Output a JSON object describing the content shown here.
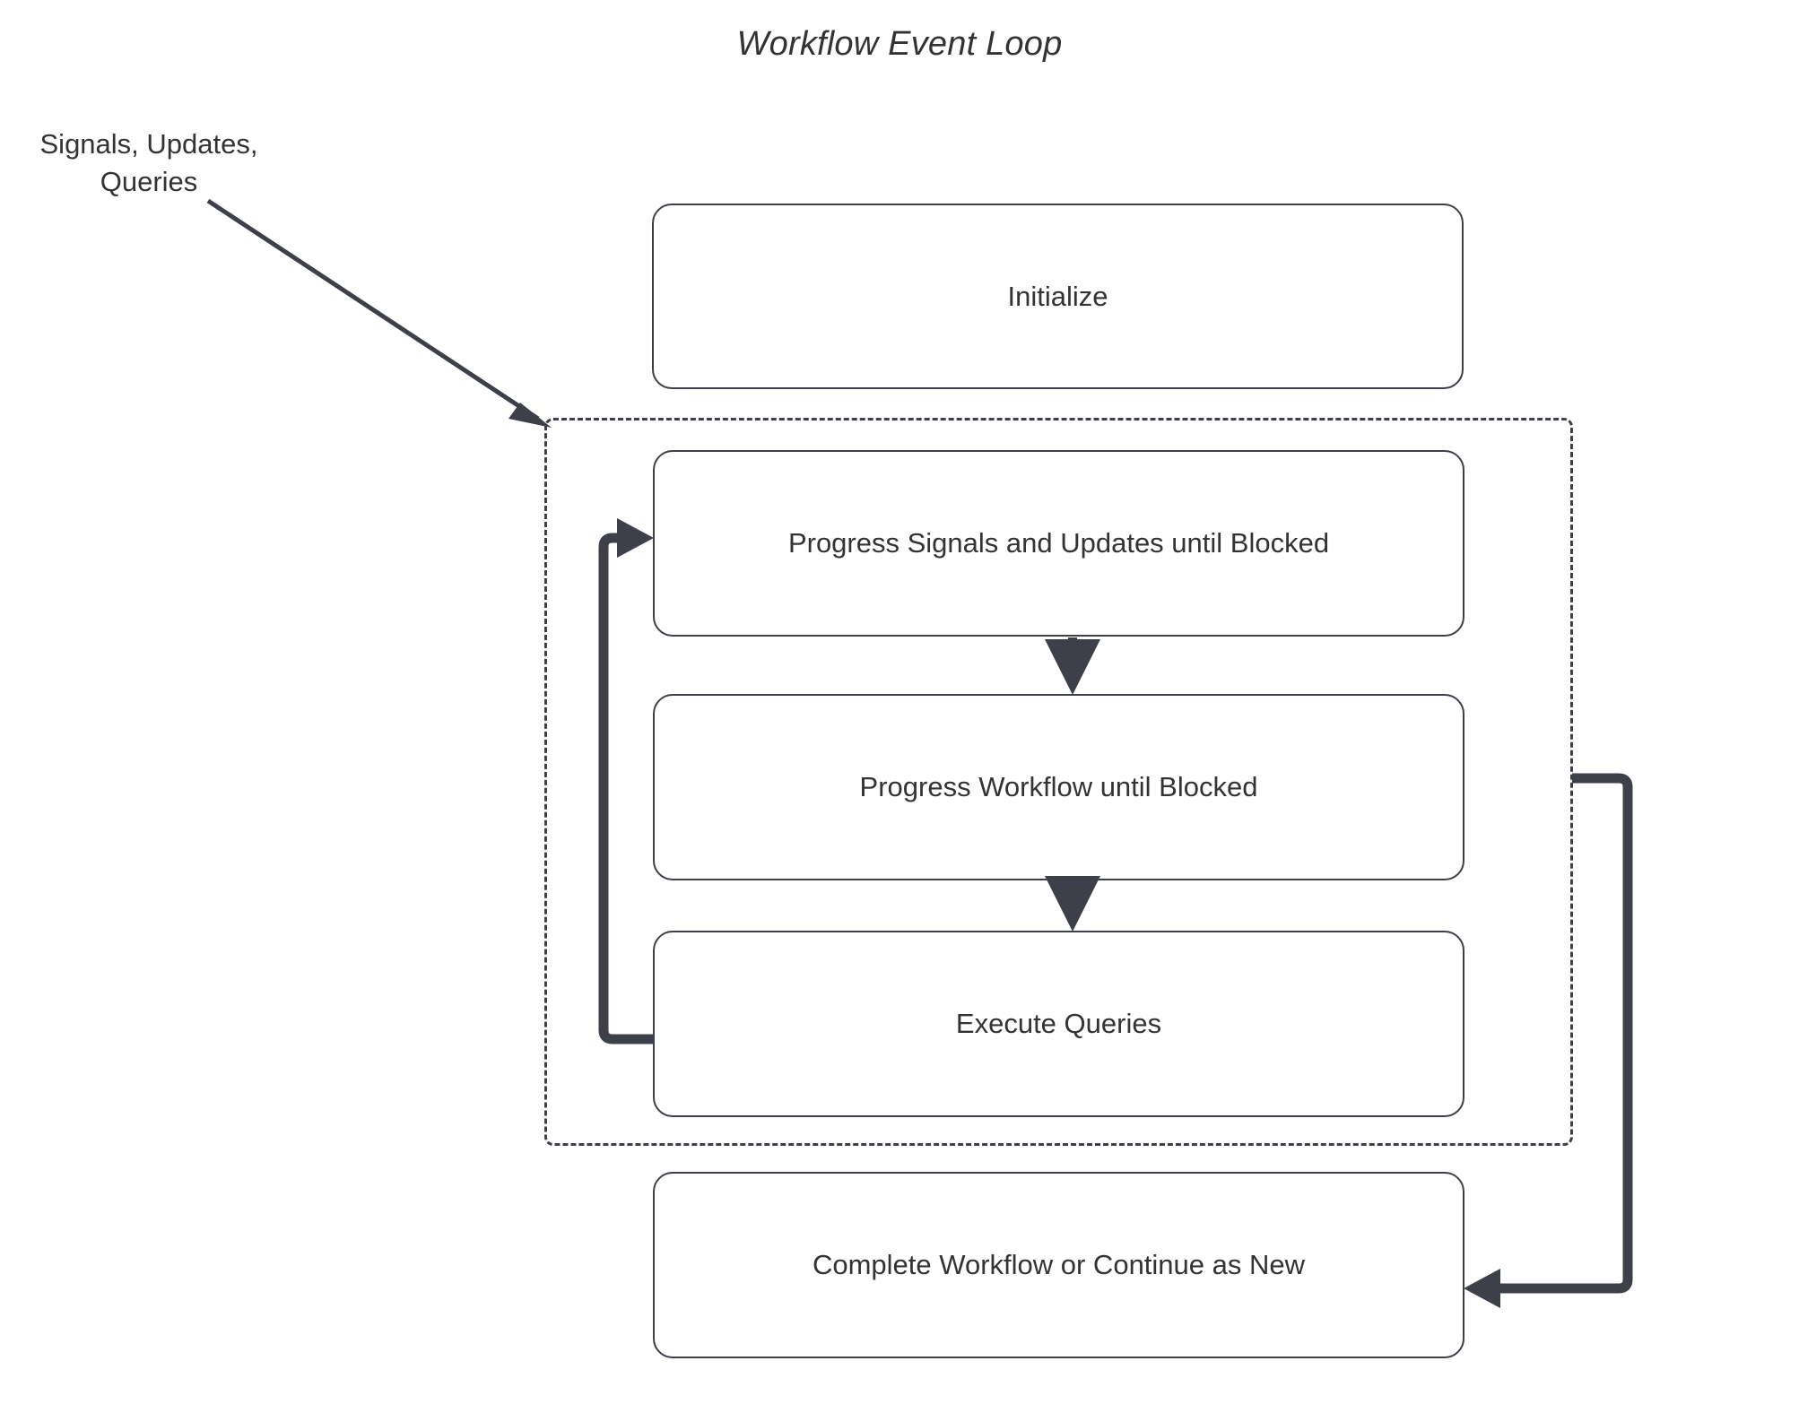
{
  "diagram": {
    "title": "Workflow Event Loop",
    "external_input_label": "Signals, Updates,\nQueries",
    "colors": {
      "stroke": "#3d4048",
      "text": "#333333",
      "background": "#ffffff"
    },
    "nodes": [
      {
        "id": "initialize",
        "label": "Initialize"
      },
      {
        "id": "progress-signals",
        "label": "Progress Signals and Updates until Blocked"
      },
      {
        "id": "progress-workflow",
        "label": "Progress Workflow until Blocked"
      },
      {
        "id": "execute-queries",
        "label": "Execute Queries"
      },
      {
        "id": "complete-workflow",
        "label": "Complete Workflow or Continue as New"
      }
    ],
    "loop_group": {
      "style": "dashed",
      "members": [
        "progress-signals",
        "progress-workflow",
        "execute-queries"
      ]
    },
    "edges": [
      {
        "id": "input-to-loop",
        "from": "Signals, Updates, Queries",
        "to": "loop-group",
        "style": "thin-diagonal-arrow"
      },
      {
        "id": "signals-to-workflow",
        "from": "progress-signals",
        "to": "progress-workflow",
        "style": "short-down-arrow"
      },
      {
        "id": "workflow-to-queries",
        "from": "progress-workflow",
        "to": "execute-queries",
        "style": "short-down-arrow"
      },
      {
        "id": "queries-back-to-signals",
        "from": "execute-queries",
        "to": "progress-signals",
        "style": "thick-left-loop-arrow"
      },
      {
        "id": "loop-to-complete",
        "from": "loop-group",
        "to": "complete-workflow",
        "style": "thick-right-loop-arrow"
      }
    ]
  }
}
